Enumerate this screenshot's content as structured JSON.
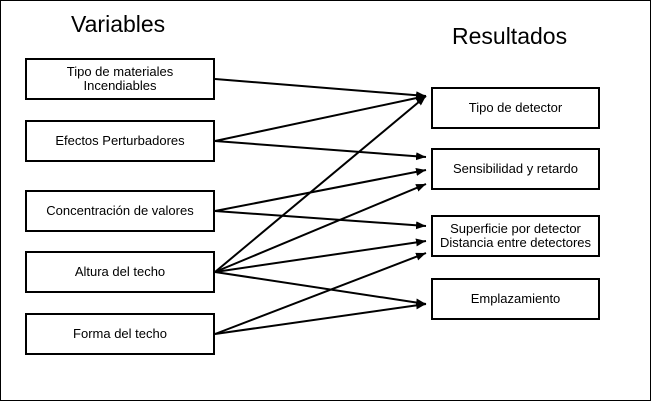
{
  "titles": {
    "variables": "Variables",
    "results": "Resultados"
  },
  "variables": [
    {
      "id": "tipo-materiales",
      "lines": [
        "Tipo de materiales",
        "Incendiables"
      ]
    },
    {
      "id": "efectos-perturbadores",
      "lines": [
        "Efectos Perturbadores"
      ]
    },
    {
      "id": "concentracion-valores",
      "lines": [
        "Concentración de valores"
      ]
    },
    {
      "id": "altura-techo",
      "lines": [
        "Altura del techo"
      ]
    },
    {
      "id": "forma-techo",
      "lines": [
        "Forma del techo"
      ]
    }
  ],
  "results": [
    {
      "id": "tipo-detector",
      "lines": [
        "Tipo de detector"
      ]
    },
    {
      "id": "sensibilidad-retardo",
      "lines": [
        "Sensibilidad y retardo"
      ]
    },
    {
      "id": "superficie-distancia",
      "lines": [
        "Superficie por detector",
        "Distancia entre detectores"
      ]
    },
    {
      "id": "emplazamiento",
      "lines": [
        "Emplazamiento"
      ]
    }
  ],
  "links": [
    {
      "from": "tipo-materiales",
      "to": "tipo-detector"
    },
    {
      "from": "efectos-perturbadores",
      "to": "tipo-detector"
    },
    {
      "from": "efectos-perturbadores",
      "to": "sensibilidad-retardo"
    },
    {
      "from": "concentracion-valores",
      "to": "sensibilidad-retardo"
    },
    {
      "from": "concentracion-valores",
      "to": "superficie-distancia"
    },
    {
      "from": "altura-techo",
      "to": "tipo-detector"
    },
    {
      "from": "altura-techo",
      "to": "sensibilidad-retardo"
    },
    {
      "from": "altura-techo",
      "to": "superficie-distancia"
    },
    {
      "from": "altura-techo",
      "to": "emplazamiento"
    },
    {
      "from": "forma-techo",
      "to": "superficie-distancia"
    },
    {
      "from": "forma-techo",
      "to": "emplazamiento"
    }
  ],
  "colors": {
    "line": "#000000",
    "border": "#000000",
    "background": "#ffffff"
  }
}
